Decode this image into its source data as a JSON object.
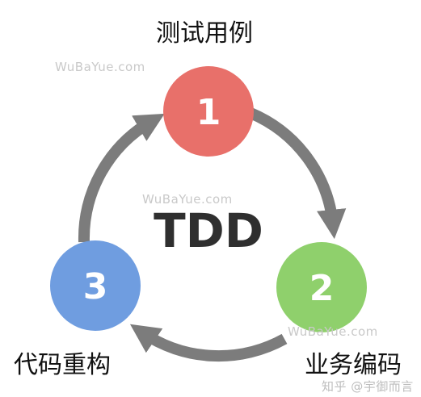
{
  "diagram": {
    "center_label": "TDD",
    "steps": [
      {
        "number": "1",
        "label": "测试用例",
        "color": "#e8706a"
      },
      {
        "number": "2",
        "label": "业务编码",
        "color": "#8fd06c"
      },
      {
        "number": "3",
        "label": "代码重构",
        "color": "#6f9de0"
      }
    ],
    "arrow_color": "#7c7c7c"
  },
  "watermarks": {
    "site": "WuBaYue.com",
    "author": "知乎 @宇御而言"
  }
}
